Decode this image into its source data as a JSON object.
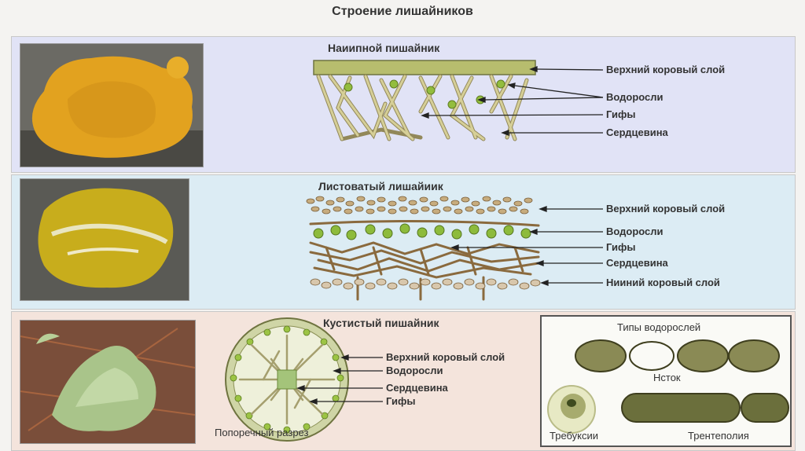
{
  "title": "Строение лишайников",
  "sections": [
    {
      "heading": "Наиипной пишайник",
      "labels": [
        "Верхний коровый слой",
        "Водоросли",
        "Гифы",
        "Сердцевина"
      ],
      "photo_color": "#e5a827"
    },
    {
      "heading": "Листоватый лишайиик",
      "labels": [
        "Верхний коровый слой",
        "Водоросли",
        "Гифы",
        "Сердцевина",
        "Нииний коровый слой"
      ],
      "photo_color": "#c9ad1e"
    },
    {
      "heading": "Кустистый пишайник",
      "labels": [
        "Верхний коровый слой",
        "Водоросли",
        "Сердцевина",
        "Гифы"
      ],
      "caption": "Попоречный разрез",
      "photo_color": "#a9c48a"
    }
  ],
  "algae_types": {
    "title": "Типы водорослей",
    "items": [
      "Нсток",
      "Требуксии",
      "Трентеполия"
    ]
  },
  "colors": {
    "hypha": "#c9c08a",
    "hypha_edge": "#8a7f4a",
    "alga": "#8cb83a",
    "cortex": "#b3b36a"
  }
}
